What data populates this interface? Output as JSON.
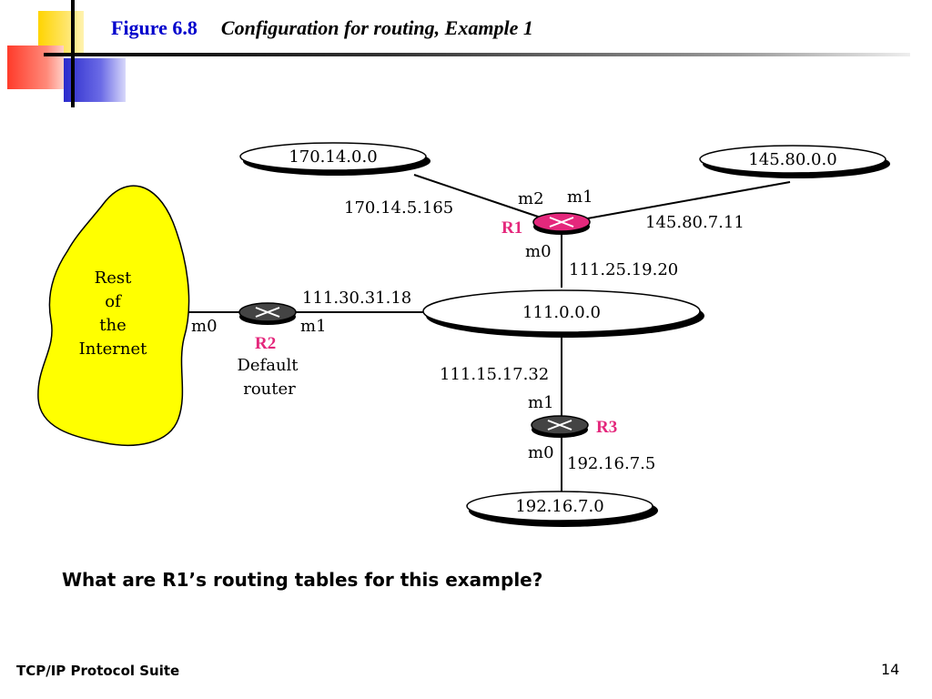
{
  "slide": {
    "figure_label": "Figure 6.8",
    "title": "Configuration for routing, Example 1",
    "question": "What are R1’s routing tables for this example?",
    "footer_left": "TCP/IP Protocol Suite",
    "page_number": "14"
  },
  "diagram": {
    "cloud": {
      "lines": [
        "Rest",
        "of",
        "the",
        "Internet"
      ],
      "color": "#ffff00"
    },
    "networks": {
      "n170": "170.14.0.0",
      "n145": "145.80.0.0",
      "n111": "111.0.0.0",
      "n192": "192.16.7.0"
    },
    "routers": {
      "r1": {
        "name": "R1",
        "color": "#e4287c"
      },
      "r2": {
        "name": "R2",
        "role_line1": "Default",
        "role_line2": "router",
        "color": "#444444"
      },
      "r3": {
        "name": "R3",
        "color": "#444444"
      }
    },
    "interfaces": {
      "r1_m2": "m2",
      "r1_m1": "m1",
      "r1_m0": "m0",
      "r2_m0": "m0",
      "r2_m1": "m1",
      "r3_m1": "m1",
      "r3_m0": "m0"
    },
    "addresses": {
      "r1_m2": "170.14.5.165",
      "r1_m1": "145.80.7.11",
      "r1_m0": "111.25.19.20",
      "r2_m1": "111.30.31.18",
      "r3_m1": "111.15.17.32",
      "r3_m0": "192.16.7.5"
    }
  }
}
